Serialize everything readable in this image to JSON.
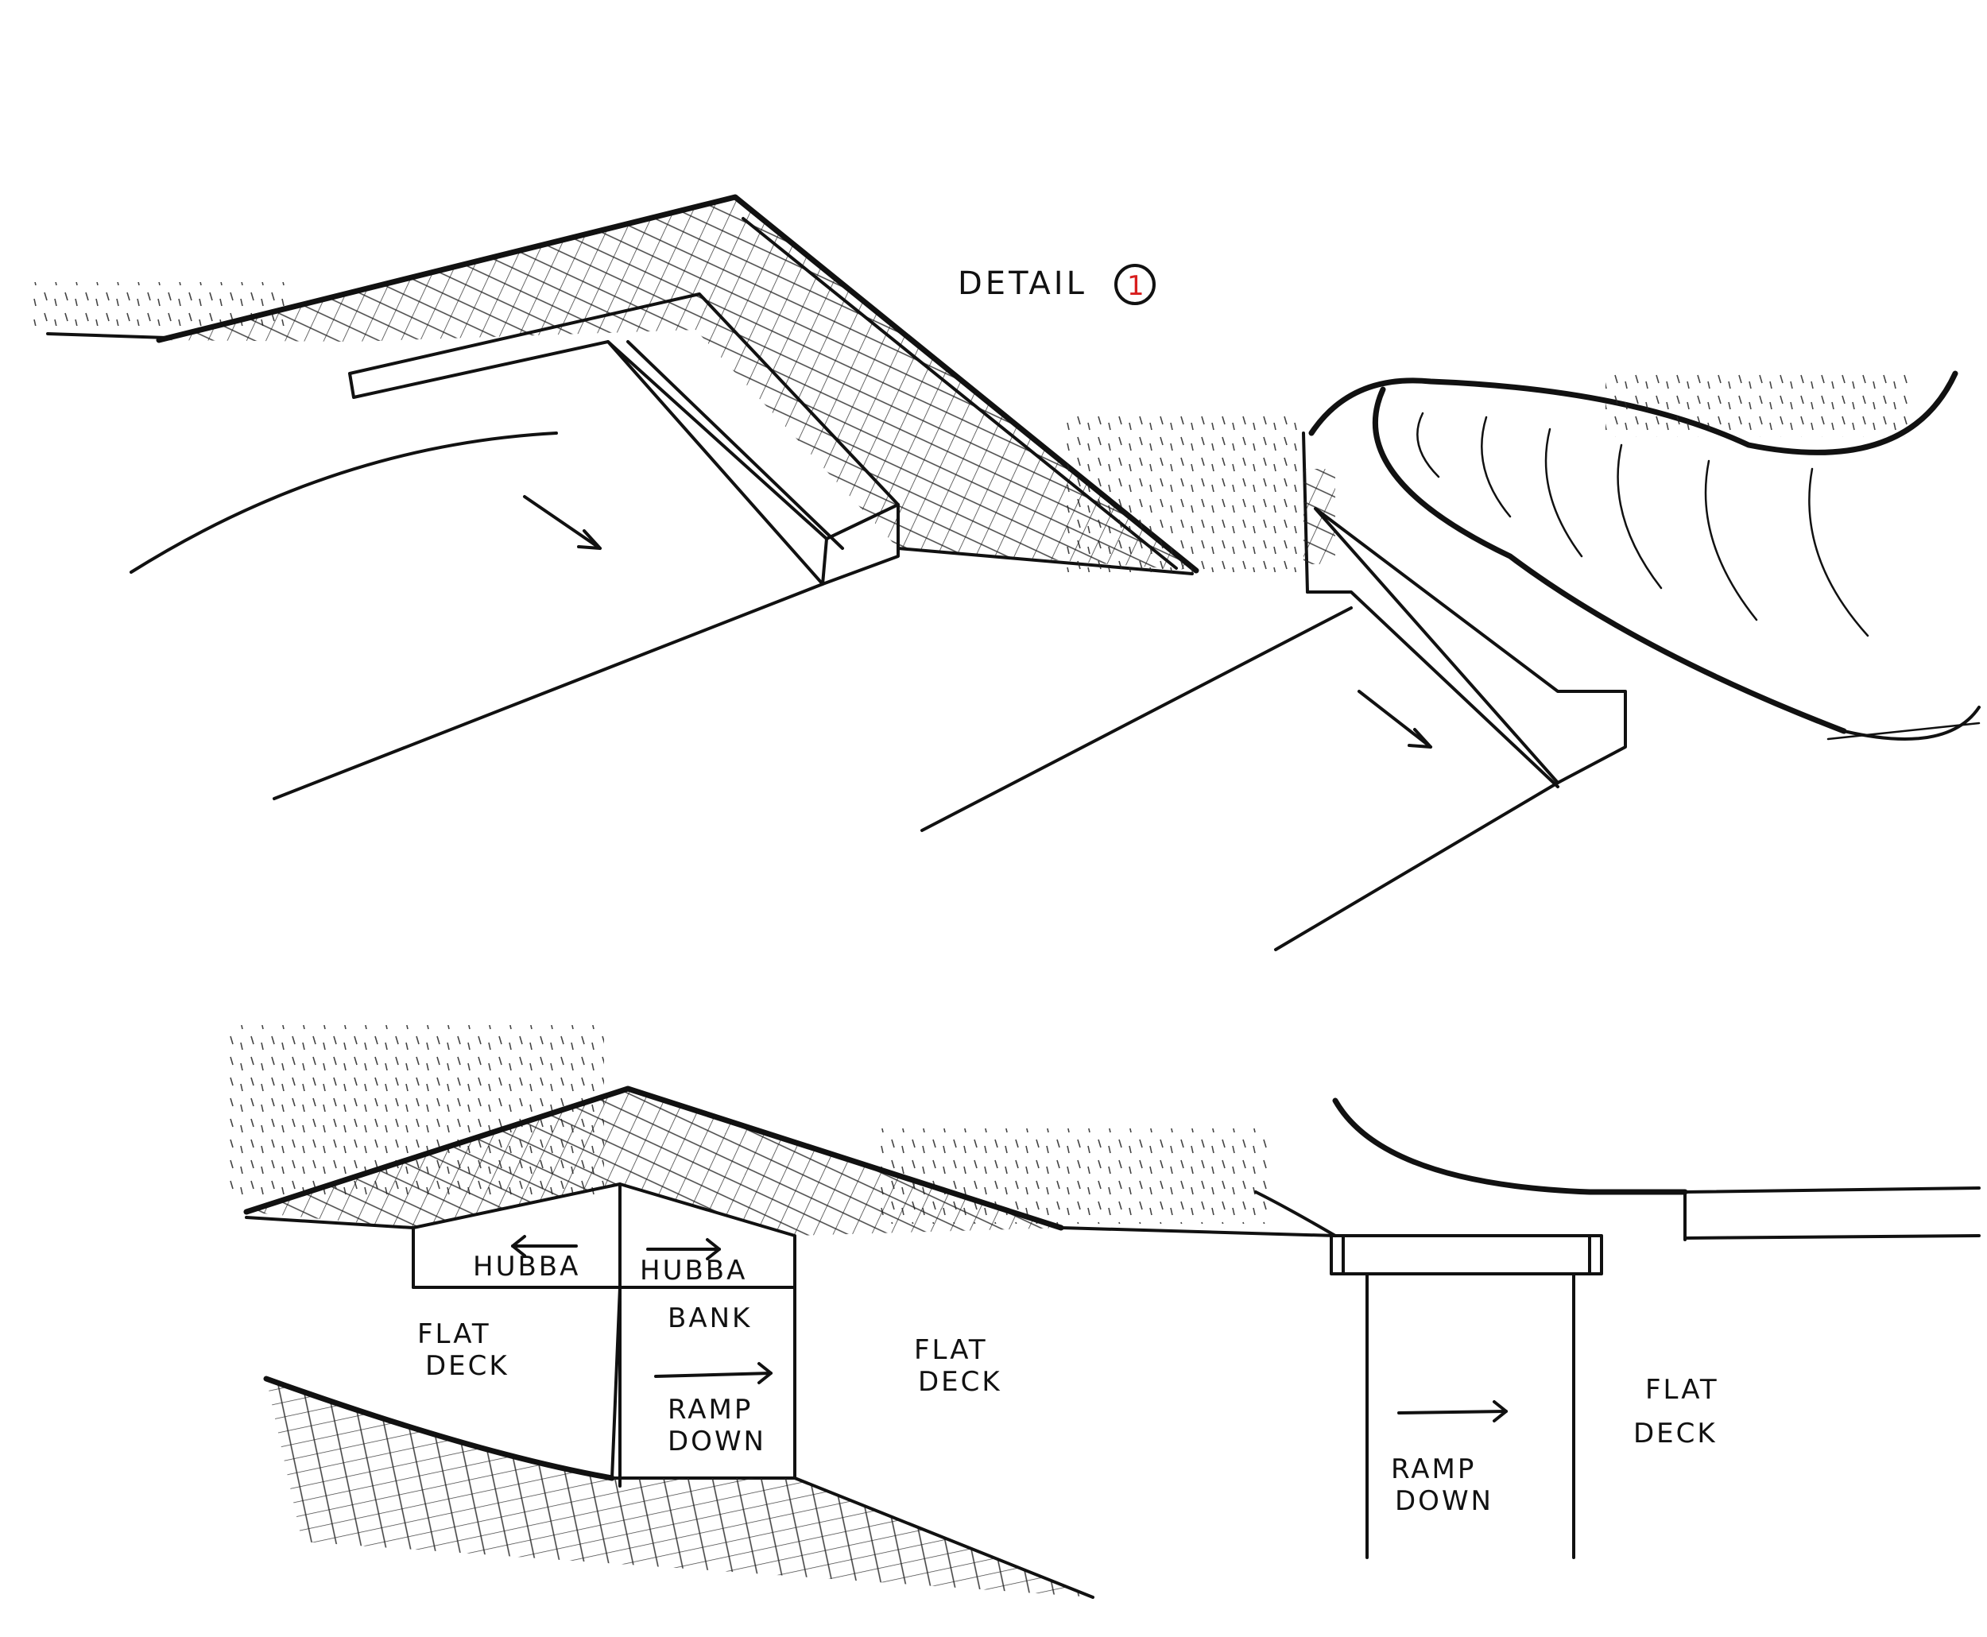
{
  "labels": {
    "detail": "DETAIL",
    "detail_number": "1",
    "hubba_left": "HUBBA",
    "hubba_right": "HUBBA",
    "flat_deck_1": [
      "FLAT",
      "DECK"
    ],
    "bank": "BANK",
    "ramp_down_1": [
      "RAMP",
      "DOWN"
    ],
    "flat_deck_2": [
      "FLAT",
      "DECK"
    ],
    "ramp_down_2": [
      "RAMP",
      "DOWN"
    ],
    "flat_deck_3": [
      "FLAT",
      "DECK"
    ]
  },
  "colors": {
    "ink": "#111111",
    "detail_number": "#d81e1e",
    "paper": "#ffffff"
  }
}
